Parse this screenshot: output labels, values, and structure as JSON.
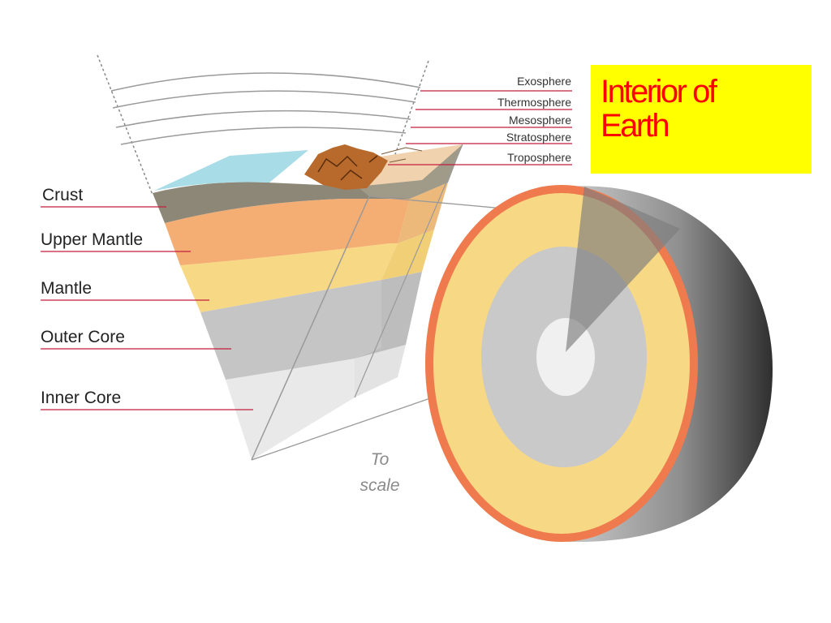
{
  "title": {
    "text": "Interior of\nEarth",
    "background": "#ffff00",
    "color": "#ff0000"
  },
  "layers": [
    {
      "label": "Crust",
      "color": "#8c8777"
    },
    {
      "label": "Upper Mantle",
      "color": "#f4ad73"
    },
    {
      "label": "Mantle",
      "color": "#f7d884"
    },
    {
      "label": "Outer Core",
      "color": "#c5c5c5"
    },
    {
      "label": "Inner Core",
      "color": "#e9e9e9"
    }
  ],
  "atmosphere": [
    {
      "label": "Exosphere"
    },
    {
      "label": "Thermosphere"
    },
    {
      "label": "Mesosphere"
    },
    {
      "label": "Stratosphere"
    },
    {
      "label": "Troposphere"
    }
  ],
  "scale_note": {
    "line1": "To",
    "line2": "scale"
  },
  "colors": {
    "leader_line": "#c41f3e",
    "ocean": "#a8dce6",
    "mountains": "#b86a2c",
    "sphere_rim": "#ee7a4e",
    "sphere_shell": "#555555"
  }
}
